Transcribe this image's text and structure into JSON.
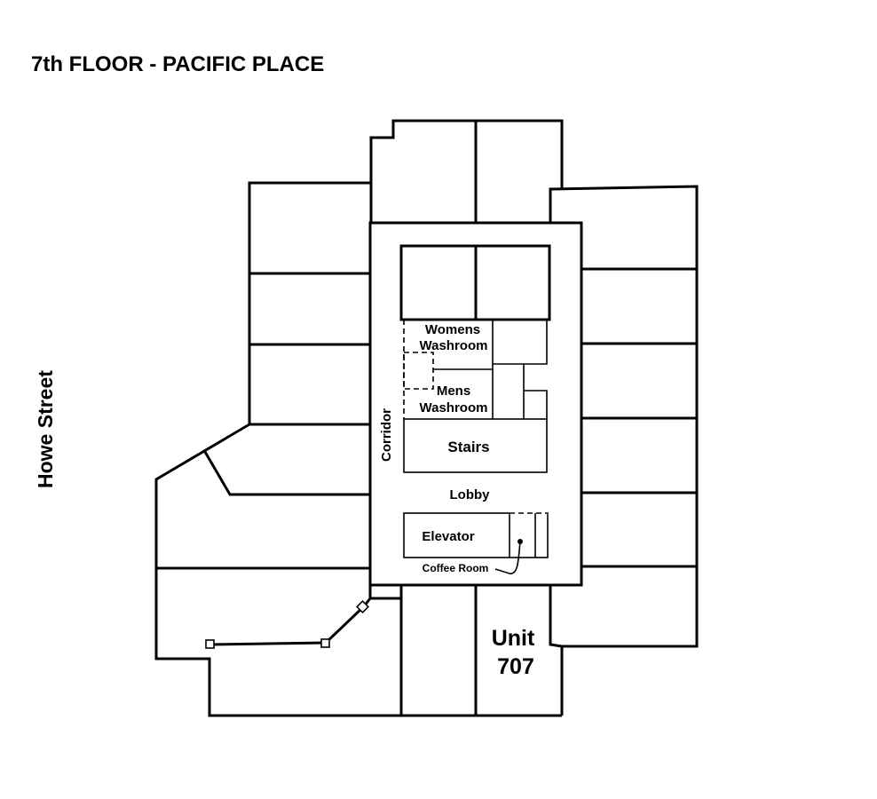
{
  "title": "7th FLOOR - PACIFIC PLACE",
  "street": "Howe Street",
  "rooms": {
    "womens_washroom": [
      "Womens",
      "Washroom"
    ],
    "mens_washroom": [
      "Mens",
      "Washroom"
    ],
    "corridor": "Corridor",
    "stairs": "Stairs",
    "lobby": "Lobby",
    "elevator": "Elevator",
    "coffee_room": "Coffee Room",
    "unit": [
      "Unit",
      "707"
    ]
  }
}
